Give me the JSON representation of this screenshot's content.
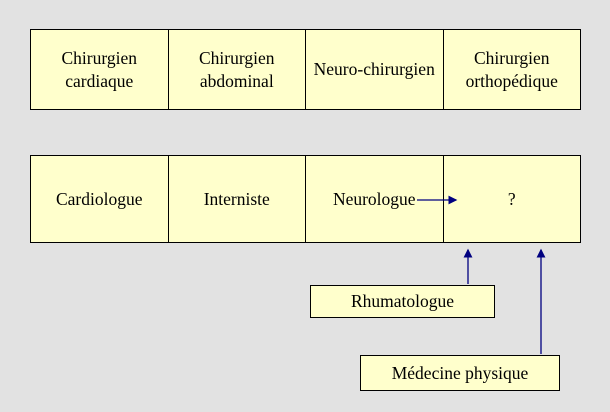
{
  "canvas": {
    "background_color": "#e2e2e2",
    "box_fill_color": "#ffffcc",
    "box_border_color": "#000000",
    "arrow_color": "#000080"
  },
  "surgeon_row": {
    "boxes": [
      {
        "label": "Chirurgien cardiaque"
      },
      {
        "label": "Chirurgien abdominal"
      },
      {
        "label": "Neuro-chirurgien"
      },
      {
        "label": "Chirurgien orthopédique"
      }
    ]
  },
  "physician_row": {
    "boxes": [
      {
        "label": "Cardiologue"
      },
      {
        "label": "Interniste"
      },
      {
        "label": "Neurologue"
      },
      {
        "label": "?"
      }
    ]
  },
  "callouts": {
    "rhumatologue": {
      "label": "Rhumatologue"
    },
    "medecine_physique": {
      "label": "Médecine physique"
    }
  }
}
